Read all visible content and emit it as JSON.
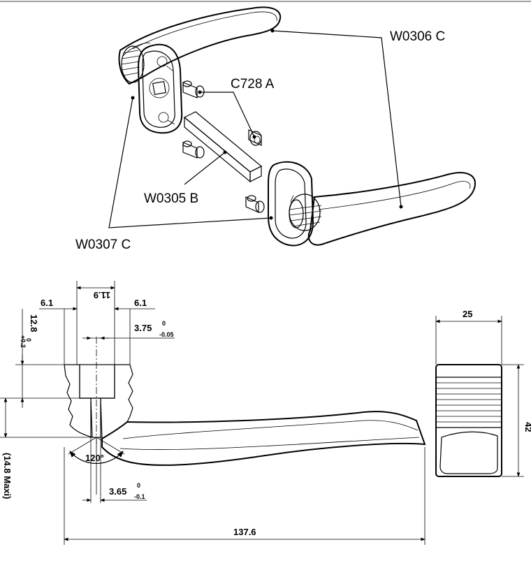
{
  "parts": {
    "rose_ring": "W0306 C",
    "screws": "C728 A",
    "spindle": "W0305 B",
    "lever_handles": "W0307 C"
  },
  "dimensions": {
    "overall_length": "137.6",
    "rose_width": "25",
    "rose_height": "42",
    "left_offset": "6.1",
    "right_offset": "6.1",
    "bore_diameter": "11.9",
    "bore_depth": "12.8",
    "bore_depth_tol_upper": "+0.2",
    "bore_depth_tol_lower": "0",
    "spindle_square": "3.75",
    "spindle_tol_upper": "0",
    "spindle_tol_lower": "-0.05",
    "pin_size": "3.65",
    "pin_tol_upper": "0",
    "pin_tol_lower": "-0.1",
    "angle": "120°",
    "max_depth": "(14.8 Maxi)"
  },
  "colors": {
    "ink": "#000000",
    "background": "#ffffff",
    "shade": "#d9d9d9"
  }
}
